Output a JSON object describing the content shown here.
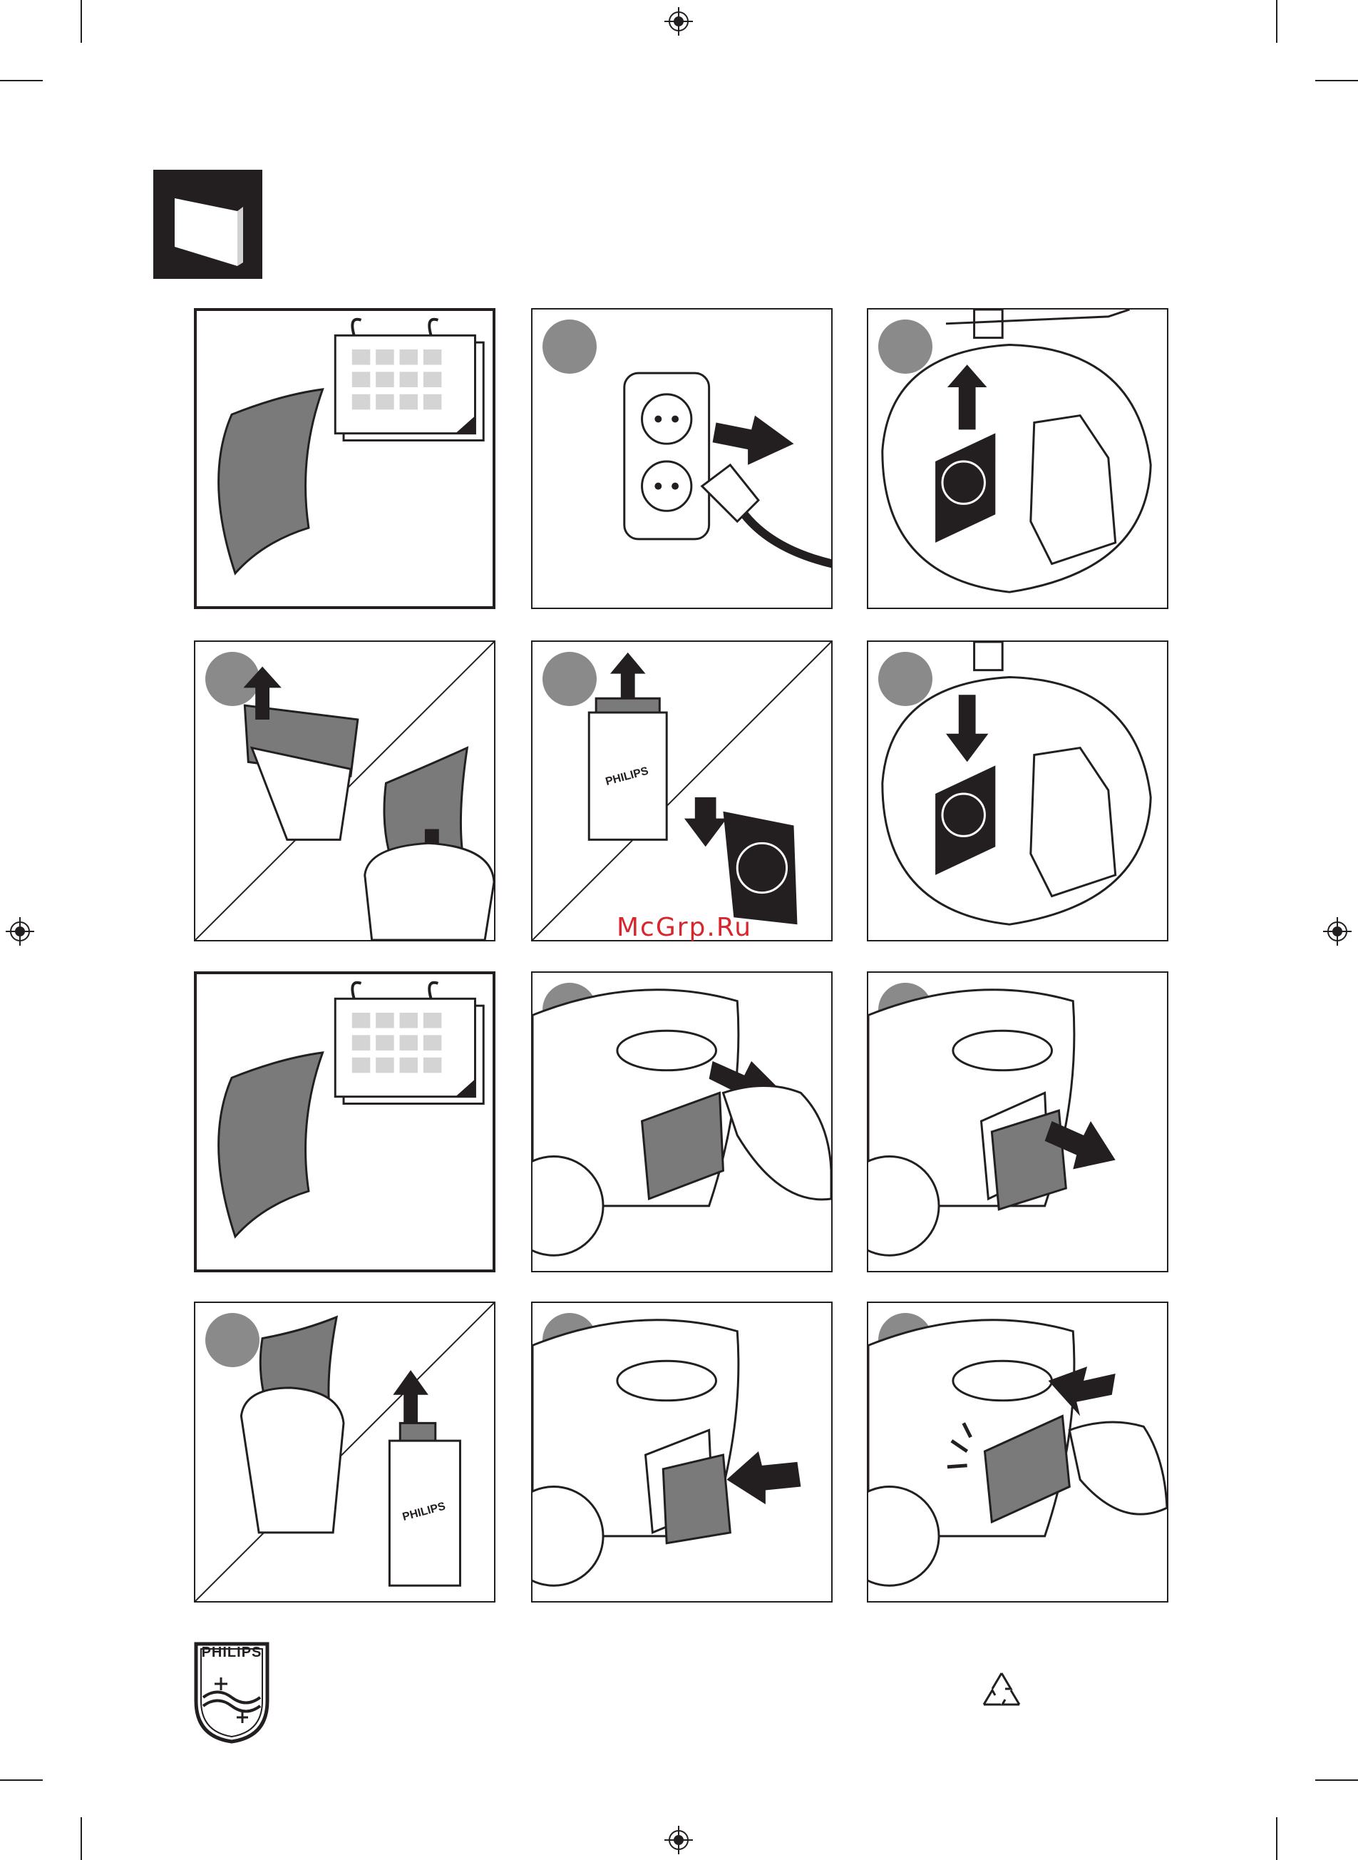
{
  "watermark": {
    "text": "McGrp.Ru"
  },
  "brand": {
    "logo_text": "PHILIPS",
    "box_text": "PHILIPS"
  },
  "icons": {
    "section_tab": "book-page-icon",
    "recycle": "recycle-icon",
    "registration": "registration-mark-icon"
  },
  "colors": {
    "ink": "#231f20",
    "filter_gray": "#7a7a7a",
    "badge_gray": "#8a8a8a",
    "calendar_cell": "#d4d4d4",
    "watermark": "#d8262e"
  },
  "panels": [
    {
      "id": "p1",
      "scene": "new-filter-calendar"
    },
    {
      "id": "p2",
      "scene": "unplug",
      "step_badge": true
    },
    {
      "id": "p3",
      "scene": "remove-motor-filter",
      "step_badge": true
    },
    {
      "id": "p4",
      "scene": "discard-old-filter",
      "step_badge": true
    },
    {
      "id": "p5",
      "scene": "insert-new-filter",
      "step_badge": true
    },
    {
      "id": "p6",
      "scene": "replace-filter-holder",
      "step_badge": true
    },
    {
      "id": "p7",
      "scene": "new-filter-calendar"
    },
    {
      "id": "p8",
      "scene": "open-exhaust-grille",
      "step_badge": true
    },
    {
      "id": "p9",
      "scene": "remove-exhaust-filter",
      "step_badge": true
    },
    {
      "id": "p10",
      "scene": "discard-and-new-filter",
      "step_badge": true
    },
    {
      "id": "p11",
      "scene": "insert-exhaust-filter",
      "step_badge": true
    },
    {
      "id": "p12",
      "scene": "close-exhaust-grille",
      "step_badge": true
    }
  ]
}
